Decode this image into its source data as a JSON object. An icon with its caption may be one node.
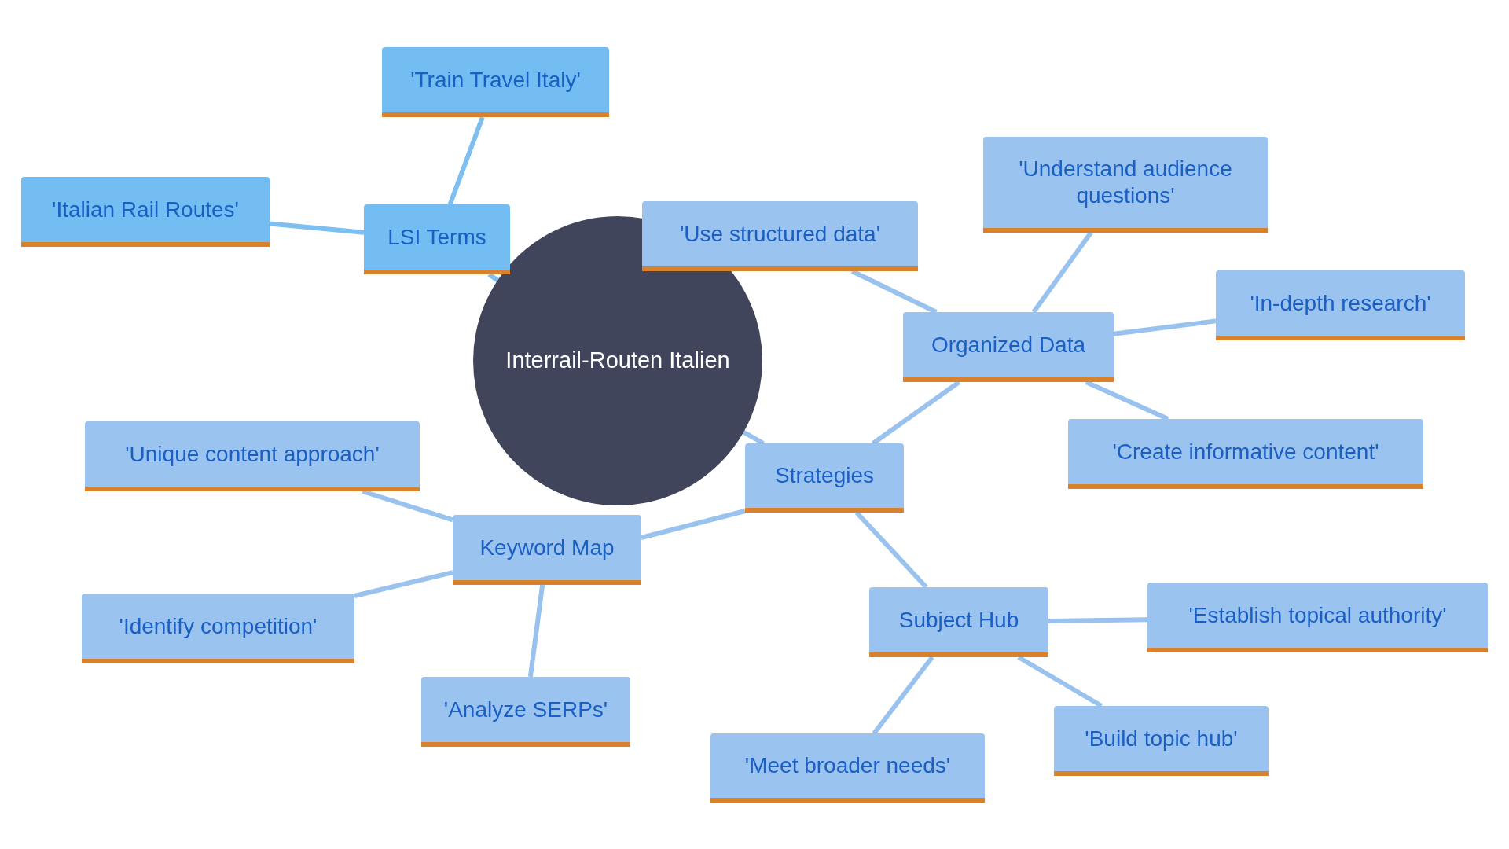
{
  "diagram": {
    "nodes": [
      {
        "text": [
          "Interrail-Routen Italien"
        ]
      },
      {
        "text": [
          "LSI Terms"
        ]
      },
      {
        "text": [
          "'Train Travel Italy'"
        ]
      },
      {
        "text": [
          "'Italian Rail Routes'"
        ]
      },
      {
        "text": [
          "Strategies"
        ]
      },
      {
        "text": [
          "Organized Data"
        ]
      },
      {
        "text": [
          "'Use structured data'"
        ]
      },
      {
        "text": [
          "'Understand audience questions'"
        ]
      },
      {
        "text": [
          "'In-depth research'"
        ]
      },
      {
        "text": [
          "'Create informative content'"
        ]
      },
      {
        "text": [
          "Subject Hub"
        ]
      },
      {
        "text": [
          "'Establish topical authority'"
        ]
      },
      {
        "text": [
          "'Build topic hub'"
        ]
      },
      {
        "text": [
          "'Meet broader needs'"
        ]
      },
      {
        "text": [
          "Keyword Map"
        ]
      },
      {
        "text": [
          "'Unique content approach'"
        ]
      },
      {
        "text": [
          "'Identify competition'"
        ]
      },
      {
        "text": [
          "'Analyze SERPs'"
        ]
      }
    ],
    "edges": [
      {
        "from": 0,
        "to": 1,
        "arrow": "none",
        "color": "#7cbff0"
      },
      {
        "from": 1,
        "to": 2,
        "arrow": "none",
        "color": "#7cbff0"
      },
      {
        "from": 1,
        "to": 3,
        "arrow": "none",
        "color": "#7cbff0"
      },
      {
        "from": 0,
        "to": 4,
        "arrow": "none"
      },
      {
        "from": 4,
        "to": 5,
        "arrow": "none"
      },
      {
        "from": 5,
        "to": 6,
        "arrow": "none"
      },
      {
        "from": 5,
        "to": 7,
        "arrow": "none"
      },
      {
        "from": 5,
        "to": 8,
        "arrow": "none"
      },
      {
        "from": 5,
        "to": 9,
        "arrow": "none"
      },
      {
        "from": 4,
        "to": 10,
        "arrow": "none"
      },
      {
        "from": 10,
        "to": 11,
        "arrow": "none"
      },
      {
        "from": 10,
        "to": 12,
        "arrow": "none"
      },
      {
        "from": 10,
        "to": 13,
        "arrow": "none"
      },
      {
        "from": 4,
        "to": 14,
        "arrow": "none"
      },
      {
        "from": 14,
        "to": 15,
        "arrow": "none"
      },
      {
        "from": 14,
        "to": 16,
        "arrow": "none"
      },
      {
        "from": 14,
        "to": 17,
        "arrow": "none"
      }
    ]
  }
}
